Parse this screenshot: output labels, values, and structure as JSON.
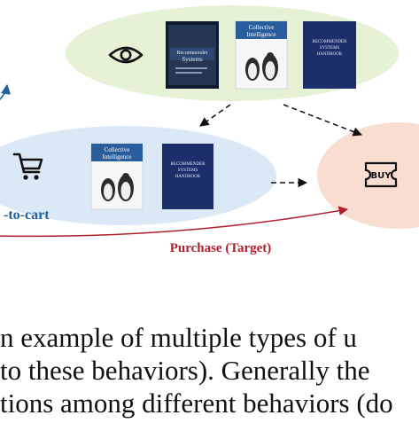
{
  "colors": {
    "view_ellipse": "#e6f2d6",
    "cart_ellipse": "#dbe9f6",
    "buy_ellipse": "#f9ddd0",
    "purchase_arrow": "#b0202c",
    "cart_arrow": "#1f5f9e",
    "dashed_arrow": "#111111",
    "book_navy": "#1c2f6b",
    "book_white": "#f6f7f8"
  },
  "icons": {
    "view": "eye-icon",
    "cart": "shopping-cart-icon",
    "buy": "buy-ticket-icon"
  },
  "diagram": {
    "cart_label": "-to-cart",
    "purchase_label": "Purchase (Target)",
    "buy_label": "BUY"
  },
  "books": {
    "recsys_handbook": {
      "line1": "RECOMMENDER",
      "line2": "SYSTEMS",
      "line3": "HANDBOOK"
    },
    "oreilly": {
      "line1": "Collective",
      "line2": "Intelligence"
    },
    "systems": {
      "line1": "Recommender",
      "line2": "Systems"
    }
  },
  "caption": {
    "line1": "n example of multiple types of u",
    "line2": " to these behaviors). Generally the",
    "line3": "tions among different behaviors (do"
  }
}
